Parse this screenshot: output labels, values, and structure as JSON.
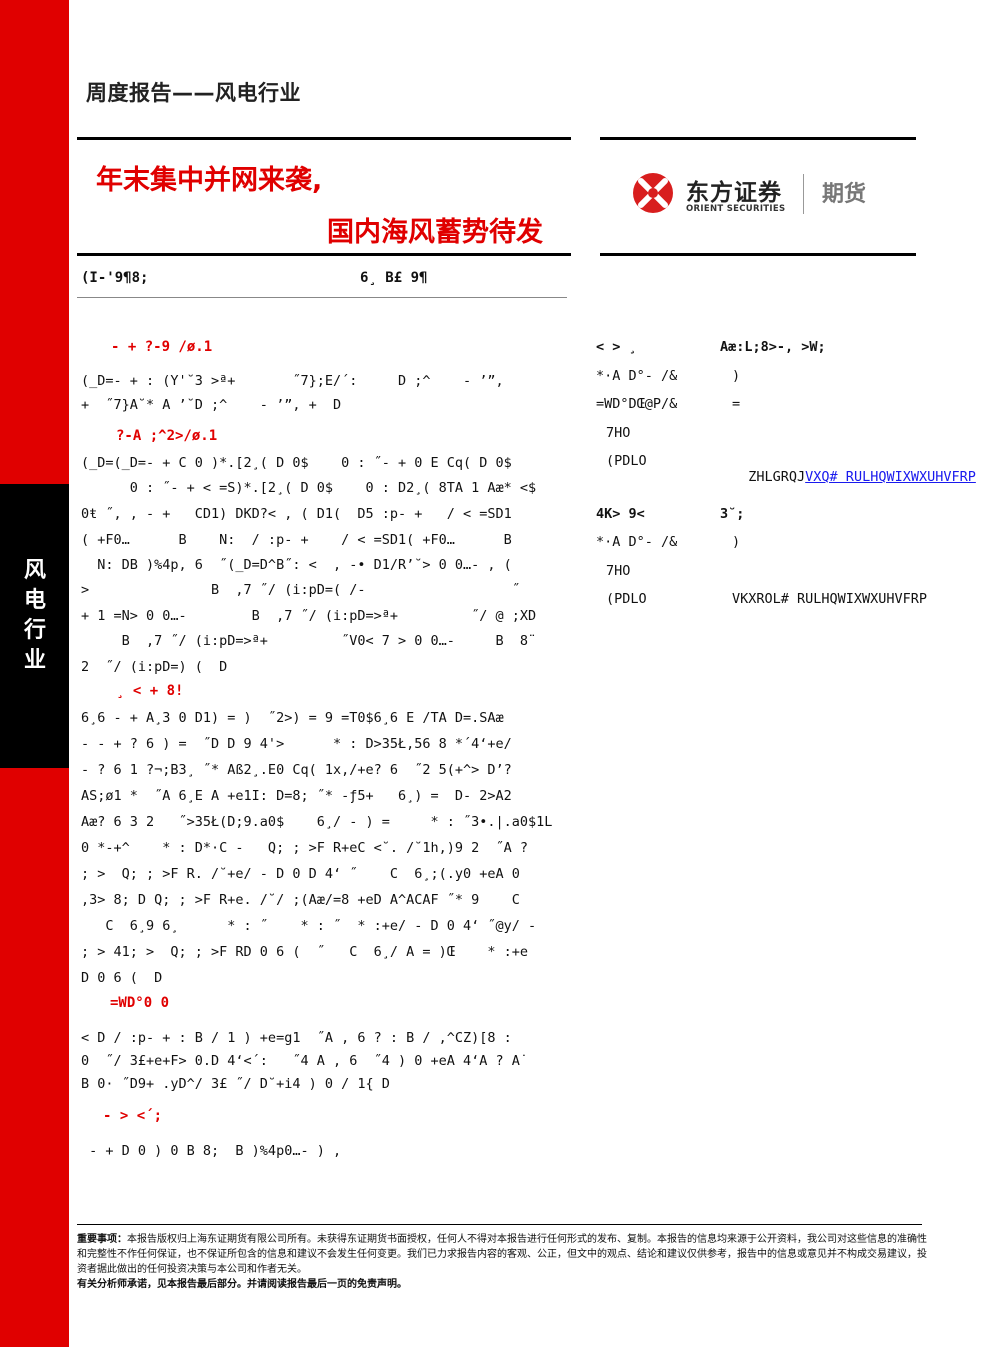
{
  "sidebar": {
    "chars": [
      "风",
      "电",
      "行",
      "业"
    ]
  },
  "header": {
    "title": "周度报告——风电行业"
  },
  "report": {
    "title_line1": "年末集中并网来袭,",
    "title_line2": "国内海风蓄势待发"
  },
  "logo": {
    "cn": "东方证券",
    "en": "ORIENT SECURITIES",
    "qh": "期货"
  },
  "meta": {
    "left": "(I-'9¶8;",
    "right": "6¸ B£ 9¶"
  },
  "sections": [
    {
      "heading": "- + ?-9 /ø.1"
    },
    {
      "heading": "?-A ;^2>/ø.1"
    },
    {
      "heading": "¸ < + 8!"
    },
    {
      "heading": "=WD°0 0"
    },
    {
      "heading": "- > <´;"
    }
  ],
  "body_lines": [
    "(_D=- + : (Y'˘3 >ª+       ˝7};E/´:     D ;^    - ’”,",
    "+  ˝7}A˘* A ’˘D ;^    - ’”, +  D",
    "(_D=(_D=- + C 0 )*.[2¸( D 0$    0 : ˝- + 0 E Cq( D 0$",
    "      0 : ˝- + < =S)*.[2¸( D 0$    0 : D2¸( 8TA 1 Aæ* <$",
    "0ŧ ˝, , - +   CD1) DKD?< , ( D1(  D5 :p- +   / < =SD1",
    "( +F0…      B    N:  / :p- +    / < =SD1( +F0…      B",
    "  N: DB )%4p, 6  ˝(_D=D^B˝: <  , -• D1/R’˘> 0 0…- , (",
    ">               B  ,7 ˝/ (i:pD=( /-                  ˝",
    "+ 1 =N> 0 0…-        B  ,7 ˝/ (i:pD=>ª+         ˝/ @ ;XD",
    "     B  ,7 ˝/ (i:pD=>ª+         ˝V0< 7 > 0 0…-     B  8¨",
    "2  ˝/ (i:pD=) (  D",
    "6¸6 - + A¸3 0 D1) = )  ˝2>) = 9 =T0$6¸6 E /TA D=.SAæ",
    "- - + ? 6 ) =  ˝D D 9 4'>      * : D>35Ł,56 8 *´4‘+e/",
    "- ? 6 1 ?¬;B3¸ ˝* Aß2¸.E0 Cq( 1x,/+e? 6  ˝2 5(+^> D’?",
    "AS;ø1 *  ˝A 6¸E A +e1I: D=8; ˝* -ƒ5+   6¸) =  D- 2>A2",
    "Aæ? 6 3 2   ˝>35Ł(D;9.a0$    6¸/ - ) =     * : ˝3•.|.a0$1L",
    "0 *-+^    * : D*·C -   Q; ; >F R+eC <˘. /˘1h,)9 2  ˝A ?",
    "; >  Q; ; >F R. /˘+e/ - D 0 D 4‘ ˝    C  6¸;(.y0 +eA 0",
    ",3> 8; D Q; ; >F R+e. /˘/ ;(Aæ/=8 +eD A^ACAF ˝* 9    C",
    "   C  6¸9 6¸      * : ˝    * : ˝  * :+e/ - D 0 4‘ ˝@y/ -",
    "; > 41; >  Q; ; >F RD 0 6 (  ˝   C  6¸/ A = )Œ    * :+e",
    "D 0 6 (  D",
    "< D / :p- + : B / 1 ) +e=g1  ˝A , 6 ? : B / ,^CZ)[8 :",
    "0  ˝/ 3£+e+F> 0.D 4‘<´:   ˝4 A , 6  ˝4 ) 0 +eA 4‘A ? A˙",
    "B 0· ˝D9+ .yD^/ 3£ ˝/ D˘+i4 ) 0 / 1{ D",
    " - + D 0 ) 0 B 8;  B )%4p0…- ) ,"
  ],
  "right_panel": {
    "block1": {
      "head_left": "< > ¸",
      "head_right": "Aæ:L;8>-, >W;",
      "r1_left": "*·A D°- /&",
      "r1_right": ")",
      "r2_left": "=WD°DŒ@P/&",
      "r2_right": "=",
      "r3_left": "7HO",
      "r4_left": "(PDLO",
      "r4_right_text": "ZHLGRQJ",
      "r4_right_link": "VXQ# RULHQWIXWXUHVFRP"
    },
    "block2": {
      "head_left": "4K> 9<",
      "head_right": "3˘;",
      "r1_left": "*·A D°- /&",
      "r1_right": ")",
      "r2_left": "7HO",
      "r3_left": "(PDLO",
      "r3_right": "VKXROL# RULHQWIXWXUHVFRP"
    }
  },
  "disclaimer": {
    "label": "重要事项：",
    "text": "本报告版权归上海东证期货有限公司所有。未获得东证期货书面授权，任何人不得对本报告进行任何形式的发布、复制。本报告的信息均来源于公开资料，我公司对这些信息的准确性和完整性不作任何保证，也不保证所包含的信息和建议不会发生任何变更。我们已力求报告内容的客观、公正，但文中的观点、结论和建议仅供参考，报告中的信息或意见并不构成交易建议，投资者据此做出的任何投资决策与本公司和作者无关。",
    "bold_line": "有关分析师承诺，见本报告最后部分。并请阅读报告最后一页的免责声明。"
  }
}
